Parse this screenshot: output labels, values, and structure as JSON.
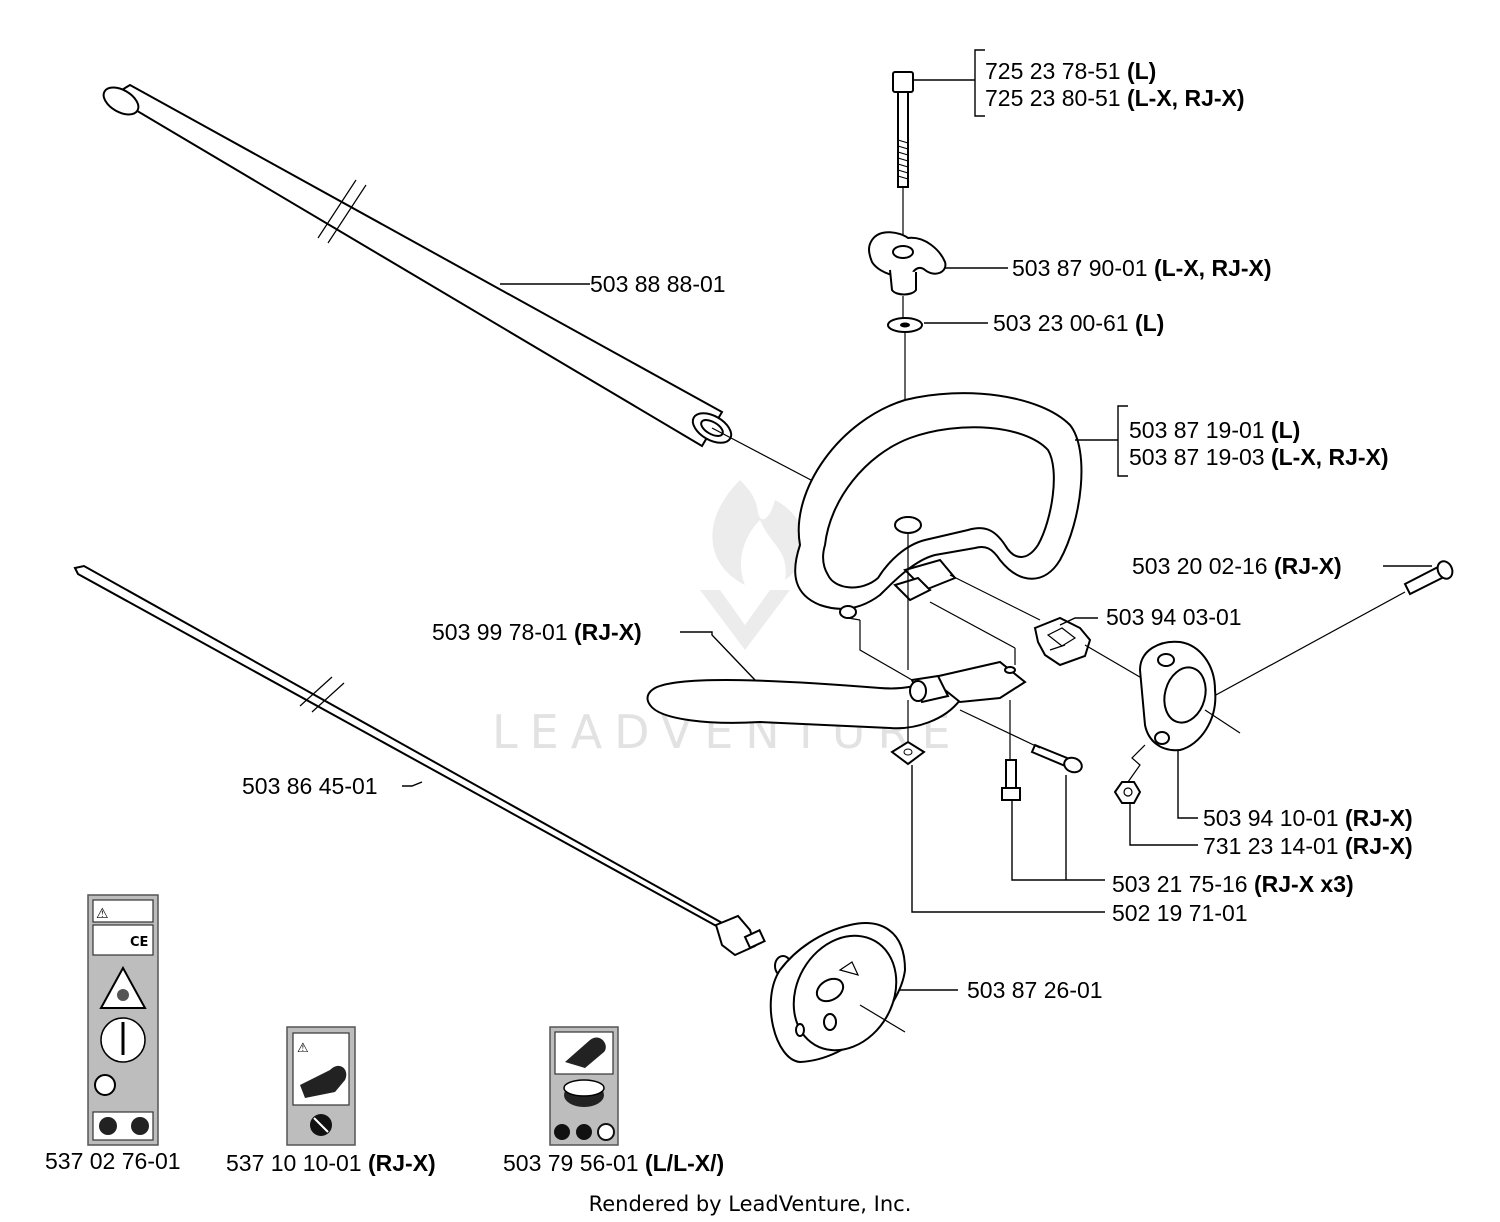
{
  "watermark": "LEADVENTURE",
  "footer": "Rendered by LeadVenture, Inc.",
  "parts": {
    "bolt": {
      "line1_num": "725 23 78-51",
      "line1_q": "(L)",
      "line2_num": "725 23 80-51",
      "line2_q": "(L-X, RJ-X)"
    },
    "tube": {
      "num": "503 88 88-01",
      "q": ""
    },
    "knob": {
      "num": "503 87 90-01",
      "q": "(L-X, RJ-X)"
    },
    "washer": {
      "num": "503 23 00-61",
      "q": "(L)"
    },
    "handle": {
      "line1_num": "503 87 19-01",
      "line1_q": "(L)",
      "line2_num": "503 87 19-03",
      "line2_q": "(L-X, RJ-X)"
    },
    "screw_rj": {
      "num": "503 20 02-16",
      "q": "(RJ-X)"
    },
    "spacer": {
      "num": "503 94 03-01",
      "q": ""
    },
    "guard_bar": {
      "num": "503 99 78-01",
      "q": "(RJ-X)"
    },
    "shaft": {
      "num": "503 86 45-01",
      "q": ""
    },
    "clamp": {
      "num": "503 94 10-01",
      "q": "(RJ-X)"
    },
    "nut": {
      "num": "731 23 14-01",
      "q": "(RJ-X)"
    },
    "screws": {
      "num": "503 21 75-16",
      "q": "(RJ-X x3)"
    },
    "square_nut": {
      "num": "502 19 71-01",
      "q": ""
    },
    "drum": {
      "num": "503 87 26-01",
      "q": ""
    },
    "decal1": {
      "num": "537 02 76-01",
      "q": ""
    },
    "decal2": {
      "num": "537 10 10-01",
      "q": "(RJ-X)"
    },
    "decal3": {
      "num": "503 79 56-01",
      "q": "(L/L-X/)"
    }
  },
  "icons": {
    "decal1": [
      "warning-icon",
      "ce-mark-icon",
      "safety-triangle-icon",
      "operator-circle-icon",
      "spool-icon"
    ],
    "decal2": [
      "warning-icon",
      "hedge-trimmer-icon",
      "prohibited-icon"
    ],
    "decal3": [
      "hedge-trimmer-icon",
      "spool-icon",
      "prohibited-icon"
    ]
  }
}
